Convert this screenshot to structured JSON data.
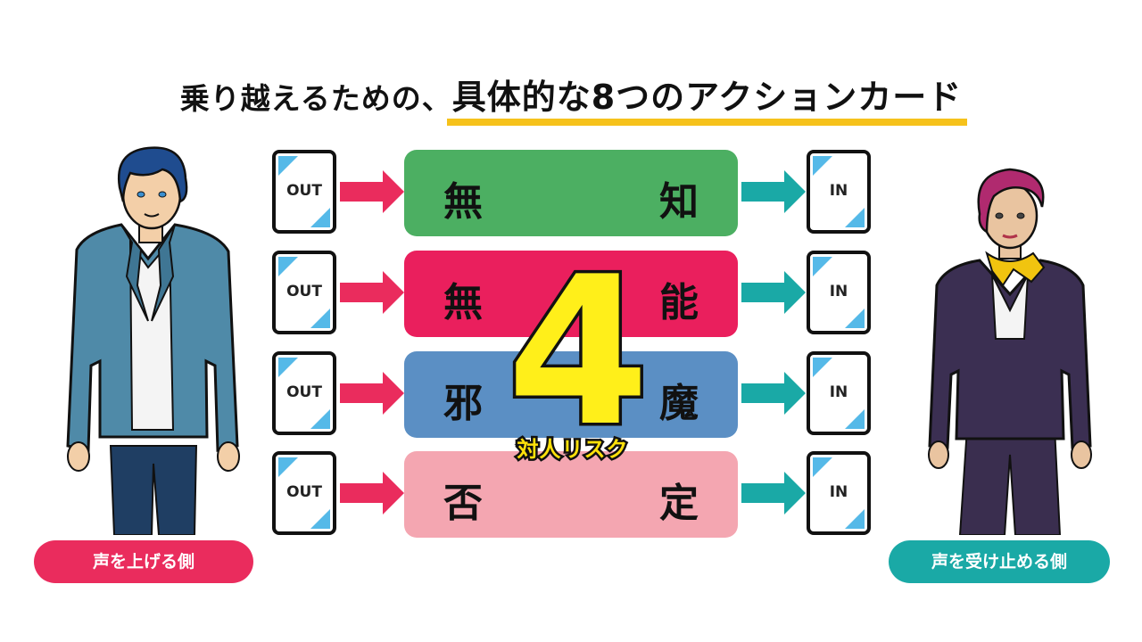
{
  "title": {
    "prefix": "乗り越えるための、",
    "highlight": "具体的な8つのアクションカード"
  },
  "rows": [
    {
      "out_label": "OUT",
      "in_label": "IN",
      "left_kanji": "無",
      "right_kanji": "知",
      "color": "#4caf62"
    },
    {
      "out_label": "OUT",
      "in_label": "IN",
      "left_kanji": "無",
      "right_kanji": "能",
      "color": "#ea1f5d"
    },
    {
      "out_label": "OUT",
      "in_label": "IN",
      "left_kanji": "邪",
      "right_kanji": "魔",
      "color": "#5b8fc4"
    },
    {
      "out_label": "OUT",
      "in_label": "IN",
      "left_kanji": "否",
      "right_kanji": "定",
      "color": "#f4a6b1"
    }
  ],
  "center": {
    "number": "4",
    "label": "対人リスク"
  },
  "left_person": {
    "caption": "声を上げる側",
    "caption_color": "#ea2c5d"
  },
  "right_person": {
    "caption": "声を受け止める側",
    "caption_color": "#1aa9a6"
  },
  "colors": {
    "card_corner": "#55b9e8",
    "arrow_left": "#ea2c5d",
    "arrow_right": "#1aa9a6",
    "title_underline": "#f6c21b",
    "center_number": "#ffef1a"
  }
}
